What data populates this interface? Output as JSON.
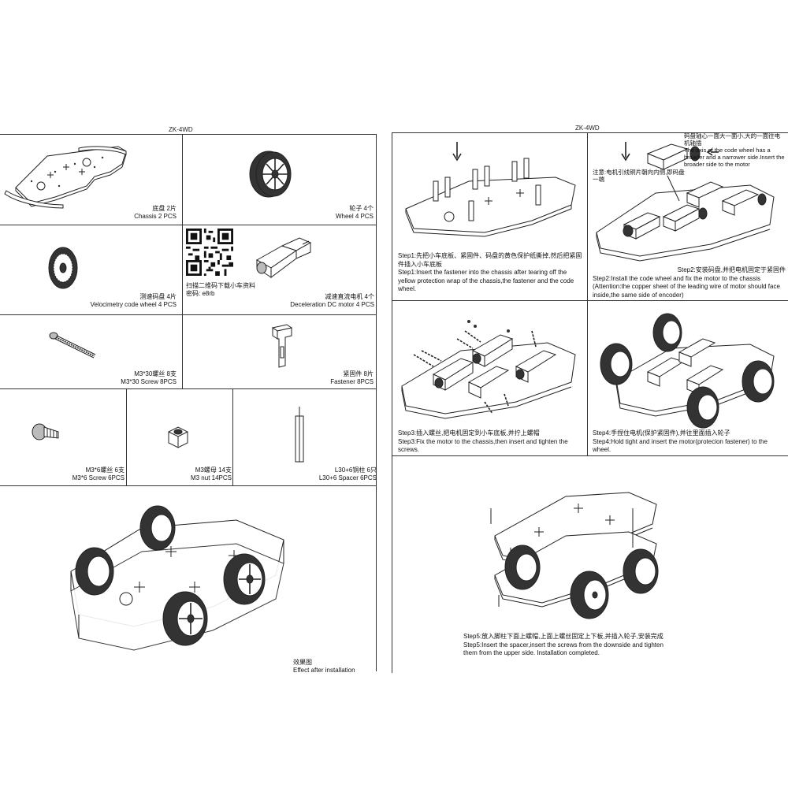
{
  "left_sheet": {
    "header": "ZK-4WD",
    "parts": [
      {
        "zh": "底盘 2片",
        "en": "Chassis 2 PCS"
      },
      {
        "zh": "轮子 4个",
        "en": "Wheel 4 PCS"
      },
      {
        "zh": "测速码盘 4片",
        "en": "Velocimetry code wheel 4 PCS"
      },
      {
        "zh": "扫描二维码下载小车资料",
        "en": "密码: e8rb"
      },
      {
        "zh": "减速直流电机 4个",
        "en": "Deceleration DC motor 4 PCS"
      },
      {
        "zh": "M3*30螺丝 8支",
        "en": "M3*30 Screw 8PCS"
      },
      {
        "zh": "紧固件 8片",
        "en": "Fastener 8PCS"
      },
      {
        "zh": "M3*6螺丝 6支",
        "en": "M3*6 Screw 6PCS"
      },
      {
        "zh": "M3螺母 14支",
        "en": "M3 nut 14PCS"
      },
      {
        "zh": "L30+6铜柱 6只",
        "en": "L30+6 Spacer 6PCS"
      }
    ],
    "effect": {
      "zh": "效果图",
      "en": "Effect after installation"
    }
  },
  "right_sheet": {
    "header": "ZK-4WD",
    "steps": [
      {
        "zh": "Step1:先把小车底板、紧固件、码盘的黄色保护纸撕掉,然后把紧固件插入小车底板",
        "en": "Step1:Insert the fastener into the chassis after tearing off the yellow protection wrap of the chassis,the fastener and the code wheel."
      },
      {
        "zh": "Step2:安装码盘,并把电机固定于紧固件",
        "en": "Step2:Install the code wheel and fix the motor to the chassis (Attention:the copper sheet of the leading wire of motor should face inside,the same side of encoder)"
      },
      {
        "zh": "Step3:插入螺丝,把电机固定到小车底板,并拧上螺帽",
        "en": "Step3:Fix the motor to the chassis,then insert and tighten the screws."
      },
      {
        "zh": "Step4:手捏住电机(保护紧固件),并往里面插入轮子",
        "en": "Step4:Hold tight and insert the motor(protecion fastener) to the wheel."
      },
      {
        "zh": "Step5:放入脚柱下面上螺帽,上面上螺丝固定上下板,并插入轮子,安装完成",
        "en": "Step5:Insert the spacer,insert the screws from the downside and tighten them from the upper side. Installation completed."
      }
    ],
    "note_zh": "码盘轴心一面大一面小,大的一面往电机轴插",
    "note_en": "The axis of the code wheel has a broader and a narrower side.Insert the broader side to the motor",
    "attention_zh": "注意:电机引线铜片朝向内侧,即码盘一端"
  }
}
